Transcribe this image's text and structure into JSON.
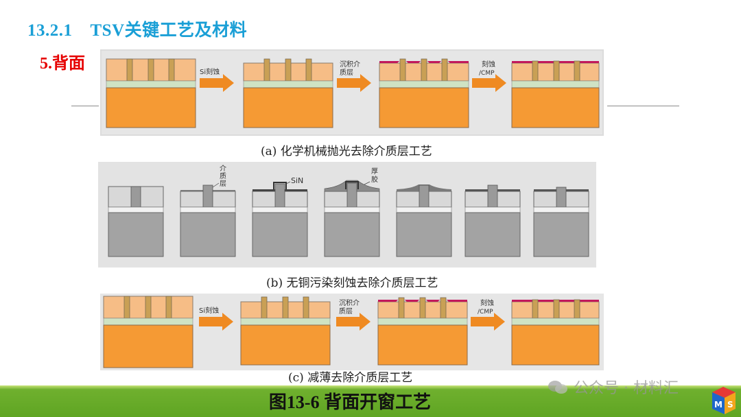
{
  "header": {
    "section_number": "13.2.1",
    "section_title": "TSV关键工艺及材料",
    "subtitle": "5.背面"
  },
  "panel_a": {
    "caption": "(a) 化学机械抛光去除介质层工艺",
    "arrow_labels": [
      [
        "Si刻蚀"
      ],
      [
        "沉积介",
        "质层"
      ],
      [
        "刻蚀",
        "/CMP"
      ]
    ]
  },
  "panel_b": {
    "caption": "(b) 无铜污染刻蚀去除介质层工艺",
    "callouts": {
      "dielectric": [
        "介",
        "质",
        "层"
      ],
      "sin": "SiN",
      "thick_film": [
        "厚",
        "胶"
      ]
    }
  },
  "panel_c": {
    "caption": "(c) 减薄去除介质层工艺",
    "arrow_labels": [
      [
        "Si刻蚀"
      ],
      [
        "沉积介",
        "质层"
      ],
      [
        "刻蚀",
        "/CMP"
      ]
    ]
  },
  "figure_title": "图13-6  背面开窗工艺",
  "watermark": "公众号 · 材料汇",
  "colors": {
    "title": "#1a9fd6",
    "subtitle": "#e60000",
    "si": "#f59a34",
    "top": "#f6bd86",
    "copper": "#c9a055",
    "dielectric": "#c2185b",
    "arrow": "#ef8a22",
    "bar": "#5fa523"
  }
}
